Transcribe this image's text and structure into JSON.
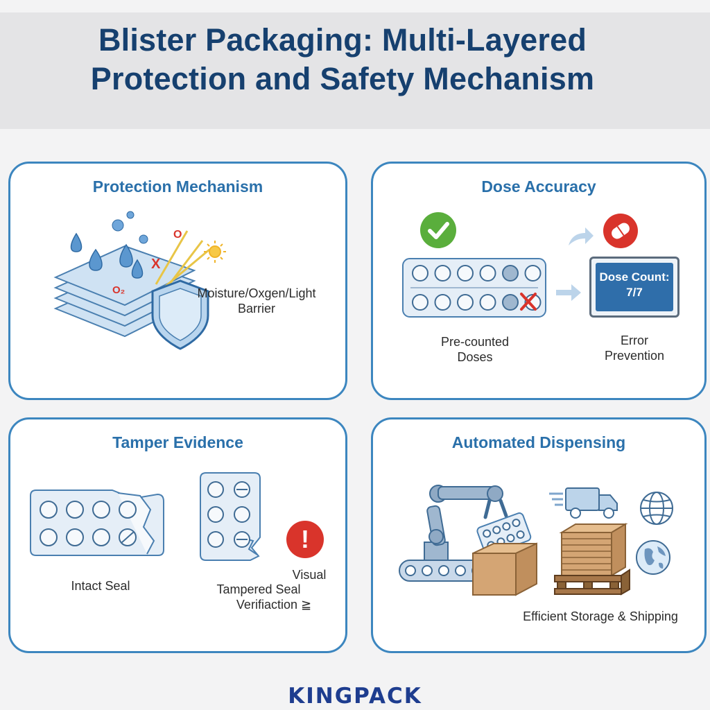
{
  "title_line1": "Blister Packaging: Multi-Layered",
  "title_line2": "Protection and Safety Mechanism",
  "panels": {
    "protection": {
      "title": "Protection Mechanism",
      "label_line1": "Moisture/Oxgen/Light",
      "label_line2": "Barrier",
      "glyph_o": "O",
      "glyph_x": "X",
      "glyph_o2": "O₂"
    },
    "dose": {
      "title": "Dose Accuracy",
      "count_label": "Dose Count:",
      "count_value": "7/7",
      "left_label_line1": "Pre-counted",
      "left_label_line2": "Doses",
      "right_label_line1": "Error",
      "right_label_line2": "Prevention"
    },
    "tamper": {
      "title": "Tamper Evidence",
      "intact_label": "Intact Seal",
      "tampered_label": "Tampered Seal",
      "visual_label": "Visual",
      "verification_label": "Verifiaction ≧",
      "alert_glyph": "!"
    },
    "dispensing": {
      "title": "Automated Dispensing",
      "label": "Efficient Storage & Shipping"
    }
  },
  "brand": "KINGPACK",
  "colors": {
    "accent": "#2a70aa",
    "title": "#16406f",
    "check_green": "#5aae3c",
    "alert_red": "#d9342b",
    "box_brown": "#d4a574"
  },
  "icons": [
    "water-drop-icon",
    "sun-icon",
    "shield-icon",
    "checkmark-icon",
    "no-pill-icon",
    "arrow-icon",
    "alert-icon",
    "robot-arm-icon",
    "truck-icon",
    "globe-icon",
    "cardboard-box-icon",
    "pallet-icon"
  ]
}
